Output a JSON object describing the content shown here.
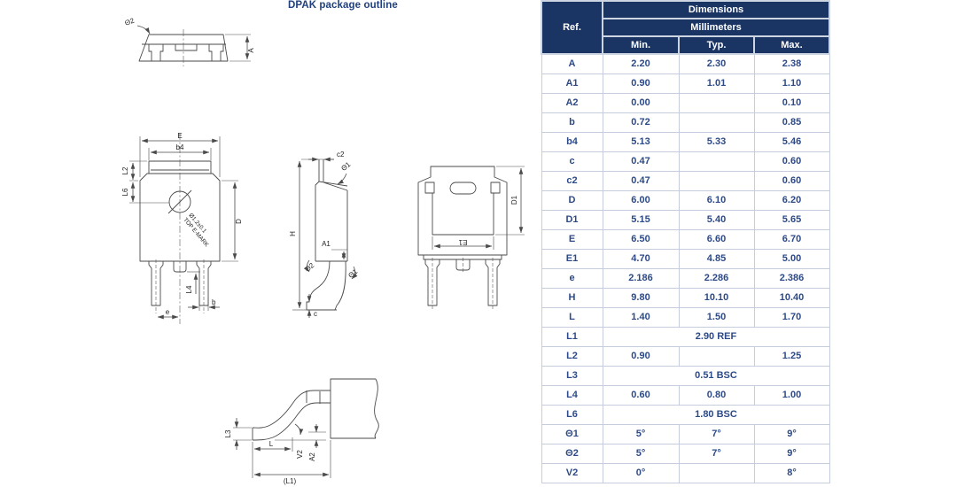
{
  "page": {
    "title": "DPAK package outline"
  },
  "colors": {
    "header_bg": "#1a3463",
    "header_text": "#ffffff",
    "body_text": "#2d4a87",
    "title_text": "#21407f",
    "drawing_line": "#4a4a4a"
  },
  "table": {
    "header": {
      "ref": "Ref.",
      "dimensions": "Dimensions",
      "millimeters": "Millimeters",
      "min": "Min.",
      "typ": "Typ.",
      "max": "Max."
    },
    "rows": [
      {
        "ref": "A",
        "min": "2.20",
        "typ": "2.30",
        "max": "2.38"
      },
      {
        "ref": "A1",
        "min": "0.90",
        "typ": "1.01",
        "max": "1.10"
      },
      {
        "ref": "A2",
        "min": "0.00",
        "typ": "",
        "max": "0.10"
      },
      {
        "ref": "b",
        "min": "0.72",
        "typ": "",
        "max": "0.85"
      },
      {
        "ref": "b4",
        "min": "5.13",
        "typ": "5.33",
        "max": "5.46"
      },
      {
        "ref": "c",
        "min": "0.47",
        "typ": "",
        "max": "0.60"
      },
      {
        "ref": "c2",
        "min": "0.47",
        "typ": "",
        "max": "0.60"
      },
      {
        "ref": "D",
        "min": "6.00",
        "typ": "6.10",
        "max": "6.20"
      },
      {
        "ref": "D1",
        "min": "5.15",
        "typ": "5.40",
        "max": "5.65"
      },
      {
        "ref": "E",
        "min": "6.50",
        "typ": "6.60",
        "max": "6.70"
      },
      {
        "ref": "E1",
        "min": "4.70",
        "typ": "4.85",
        "max": "5.00"
      },
      {
        "ref": "e",
        "min": "2.186",
        "typ": "2.286",
        "max": "2.386"
      },
      {
        "ref": "H",
        "min": "9.80",
        "typ": "10.10",
        "max": "10.40"
      },
      {
        "ref": "L",
        "min": "1.40",
        "typ": "1.50",
        "max": "1.70"
      },
      {
        "ref": "L1",
        "span": "2.90 REF"
      },
      {
        "ref": "L2",
        "min": "0.90",
        "typ": "",
        "max": "1.25"
      },
      {
        "ref": "L3",
        "span": "0.51 BSC"
      },
      {
        "ref": "L4",
        "min": "0.60",
        "typ": "0.80",
        "max": "1.00"
      },
      {
        "ref": "L6",
        "span": "1.80 BSC"
      },
      {
        "ref": "Θ1",
        "min": "5°",
        "typ": "7°",
        "max": "9°"
      },
      {
        "ref": "Θ2",
        "min": "5°",
        "typ": "7°",
        "max": "9°"
      },
      {
        "ref": "V2",
        "min": "0°",
        "typ": "",
        "max": "8°"
      }
    ]
  },
  "drawings": {
    "front_view": {
      "theta2": "Θ2",
      "a": "A"
    },
    "top_view": {
      "e": "E",
      "b4": "b4",
      "l2": "L2",
      "l6": "L6",
      "d": "D",
      "l4": "L4",
      "b": "b",
      "e_pitch": "e",
      "emark_dia": "Ø1.2±0.1",
      "emark_text": "TOP E-MARK"
    },
    "side_view": {
      "c2": "c2",
      "theta1_top": "Θ1",
      "h": "H",
      "a1": "A1",
      "theta2": "Θ2",
      "theta1_bottom": "Θ1",
      "c": "c"
    },
    "back_view": {
      "d1": "D1",
      "e1": "E1"
    },
    "foot_detail": {
      "l3": "L3",
      "l": "L",
      "v2": "V2",
      "a2": "A2",
      "l1": "(L1)"
    }
  }
}
